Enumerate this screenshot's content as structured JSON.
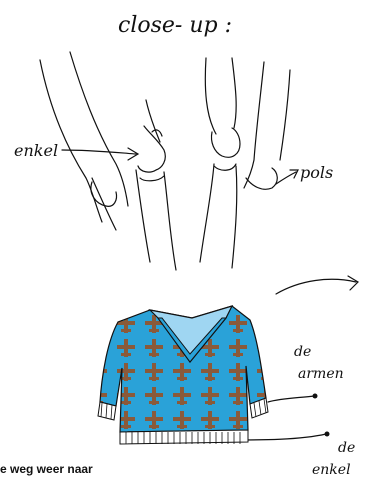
{
  "title": "close- up :",
  "labels": {
    "enkel": "enkel",
    "pols": "pols",
    "de_armen_1": "de",
    "de_armen_2": "armen",
    "de_enkel_1": "de",
    "de_enkel_2": "enkel"
  },
  "caption": "e weg weer naar",
  "colors": {
    "sweater": "#2aa2d8",
    "collar": "#9fd6f2",
    "pattern": "#8a5a3a",
    "ink": "#111111"
  }
}
